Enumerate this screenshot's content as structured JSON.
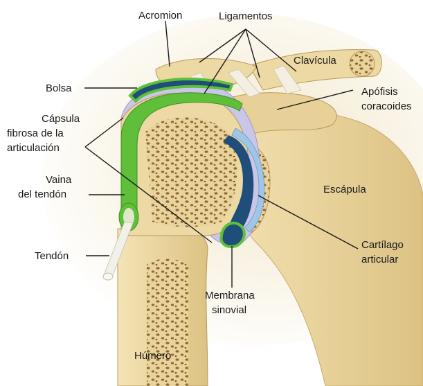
{
  "labels": {
    "acromion": "Acromion",
    "ligamentos": "Ligamentos",
    "clavicula": "Clavícula",
    "bolsa": "Bolsa",
    "apofisis_1": "Apófisis",
    "apofisis_2": "coracoides",
    "capsula_1": "Cápsula",
    "capsula_2": "fibrosa de la",
    "capsula_3": "articulación",
    "escapula": "Escápula",
    "vaina_1": "Vaina",
    "vaina_2": "del tendón",
    "cartilago_1": "Cartílago",
    "cartilago_2": "articular",
    "tendon": "Tendón",
    "membrana_1": "Membrana",
    "membrana_2": "sinovial",
    "humero": "Húmero"
  },
  "colors": {
    "bone": "#efdca5",
    "bone_shade": "#d9bf7f",
    "spongy": "#8c6a3a",
    "capsule": "#c9c6e8",
    "sheath_green": "#5fbf3a",
    "synovial_blue": "#1f4e7a",
    "cartilage": "#9fc6e6",
    "ligament": "#f4efe2",
    "background_glow": "#f2e7c9"
  }
}
